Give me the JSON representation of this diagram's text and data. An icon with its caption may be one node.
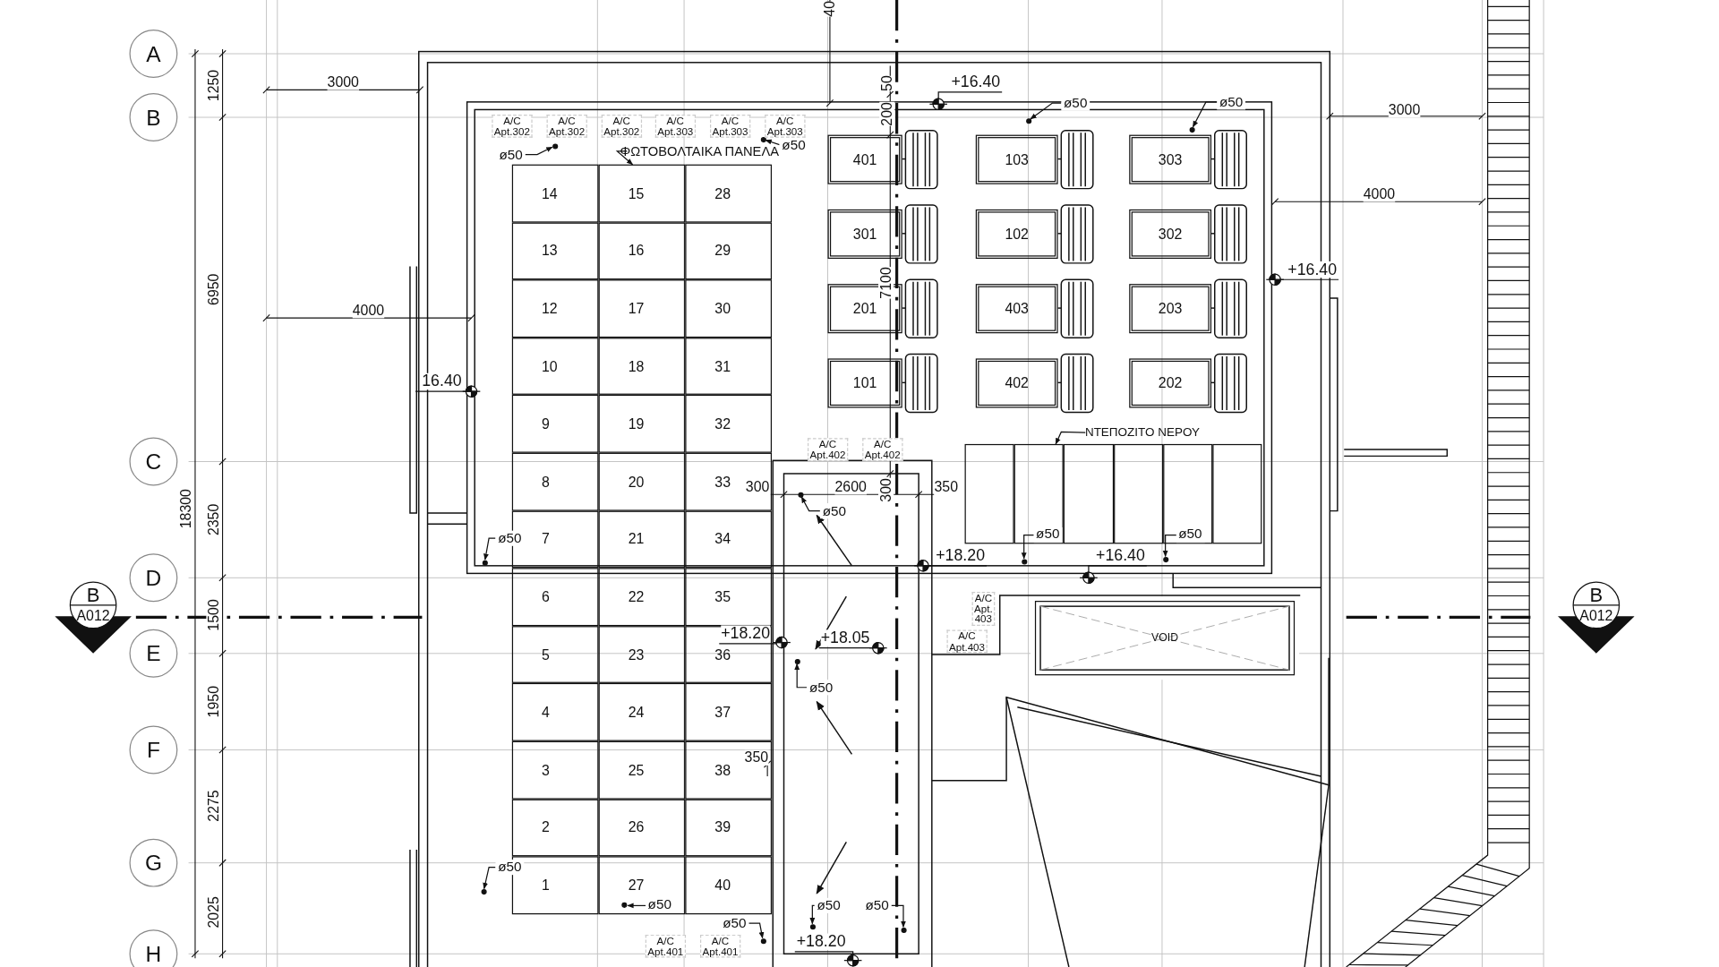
{
  "diagram": {
    "nodes": [
      {
        "text": [
          "A"
        ]
      },
      {
        "text": [
          "B"
        ]
      },
      {
        "text": [
          "C"
        ]
      },
      {
        "text": [
          "D"
        ]
      },
      {
        "text": [
          "E"
        ]
      },
      {
        "text": [
          "F"
        ]
      },
      {
        "text": [
          "G"
        ]
      },
      {
        "text": [
          "H"
        ]
      },
      {
        "text": [
          "B",
          "A012"
        ]
      },
      {
        "text": [
          "B",
          "A012"
        ]
      },
      {
        "text": [
          "ΦΩΤΟΒΟΛΤΑΙΚΑ ΠΑΝΕΛΑ"
        ]
      },
      {
        "text": [
          "14"
        ]
      },
      {
        "text": [
          "15"
        ]
      },
      {
        "text": [
          "28"
        ]
      },
      {
        "text": [
          "13"
        ]
      },
      {
        "text": [
          "16"
        ]
      },
      {
        "text": [
          "29"
        ]
      },
      {
        "text": [
          "12"
        ]
      },
      {
        "text": [
          "17"
        ]
      },
      {
        "text": [
          "30"
        ]
      },
      {
        "text": [
          "10"
        ]
      },
      {
        "text": [
          "18"
        ]
      },
      {
        "text": [
          "31"
        ]
      },
      {
        "text": [
          "9"
        ]
      },
      {
        "text": [
          "19"
        ]
      },
      {
        "text": [
          "32"
        ]
      },
      {
        "text": [
          "8"
        ]
      },
      {
        "text": [
          "20"
        ]
      },
      {
        "text": [
          "33"
        ]
      },
      {
        "text": [
          "7"
        ]
      },
      {
        "text": [
          "21"
        ]
      },
      {
        "text": [
          "34"
        ]
      },
      {
        "text": [
          "6"
        ]
      },
      {
        "text": [
          "22"
        ]
      },
      {
        "text": [
          "35"
        ]
      },
      {
        "text": [
          "5"
        ]
      },
      {
        "text": [
          "23"
        ]
      },
      {
        "text": [
          "36"
        ]
      },
      {
        "text": [
          "4"
        ]
      },
      {
        "text": [
          "24"
        ]
      },
      {
        "text": [
          "37"
        ]
      },
      {
        "text": [
          "3"
        ]
      },
      {
        "text": [
          "25"
        ]
      },
      {
        "text": [
          "38"
        ]
      },
      {
        "text": [
          "2"
        ]
      },
      {
        "text": [
          "26"
        ]
      },
      {
        "text": [
          "39"
        ]
      },
      {
        "text": [
          "1"
        ]
      },
      {
        "text": [
          "27"
        ]
      },
      {
        "text": [
          "40"
        ]
      },
      {
        "text": [
          "401"
        ]
      },
      {
        "text": [
          "103"
        ]
      },
      {
        "text": [
          "303"
        ]
      },
      {
        "text": [
          "301"
        ]
      },
      {
        "text": [
          "102"
        ]
      },
      {
        "text": [
          "302"
        ]
      },
      {
        "text": [
          "201"
        ]
      },
      {
        "text": [
          "403"
        ]
      },
      {
        "text": [
          "203"
        ]
      },
      {
        "text": [
          "101"
        ]
      },
      {
        "text": [
          "402"
        ]
      },
      {
        "text": [
          "202"
        ]
      },
      {
        "text": [
          "ΝΤΕΠΟΖΙΤΟ ΝΕΡΟΥ"
        ]
      },
      {
        "text": [],
        "shape": "box"
      },
      {
        "text": [],
        "shape": "box"
      },
      {
        "text": [],
        "shape": "box"
      },
      {
        "text": [],
        "shape": "box"
      },
      {
        "text": [],
        "shape": "box"
      },
      {
        "text": [],
        "shape": "box"
      },
      {
        "text": [
          "VOID"
        ]
      },
      {
        "text": [
          "ø50"
        ]
      },
      {
        "text": [
          "ø50"
        ]
      },
      {
        "text": [
          "ø50"
        ]
      },
      {
        "text": [
          "ø50"
        ]
      },
      {
        "text": [
          "ø50"
        ]
      },
      {
        "text": [
          "ø50"
        ]
      },
      {
        "text": [
          "ø50"
        ],
        "in": 64
      },
      {
        "text": [
          "ø50"
        ],
        "in": 67
      },
      {
        "text": [
          "ø50"
        ]
      },
      {
        "text": [
          "ø50"
        ]
      },
      {
        "text": [
          "ø50"
        ],
        "in": 48
      },
      {
        "text": [
          "ø50"
        ]
      },
      {
        "text": [
          "ø50"
        ]
      },
      {
        "text": [
          "ø50"
        ]
      },
      {
        "text": [],
        "shape": "circle"
      },
      {
        "text": [],
        "shape": "circle"
      },
      {
        "text": [],
        "shape": "circle"
      },
      {
        "text": [],
        "shape": "circle"
      },
      {
        "text": [],
        "shape": "circle"
      },
      {
        "text": [],
        "shape": "circle"
      },
      {
        "text": [],
        "shape": "circle"
      },
      {
        "text": [],
        "shape": "circle"
      },
      {
        "text": [],
        "shape": "circle"
      },
      {
        "text": [],
        "shape": "circle"
      },
      {
        "text": [],
        "shape": "circle",
        "in": 48
      },
      {
        "text": [],
        "shape": "circle"
      },
      {
        "text": [],
        "shape": "circle"
      },
      {
        "text": [],
        "shape": "circle"
      }
    ],
    "edges": [
      {
        "from": 10,
        "to": 12,
        "arrow": "to"
      },
      {
        "from": 62,
        "to": 64,
        "arrow": "to"
      },
      {
        "from": 70,
        "to": 84,
        "arrow": "to"
      },
      {
        "from": 71,
        "to": 85,
        "arrow": "to"
      },
      {
        "from": 72,
        "to": 86,
        "arrow": "to"
      },
      {
        "from": 73,
        "to": 87,
        "arrow": "to"
      },
      {
        "from": 74,
        "to": 88,
        "arrow": "to"
      },
      {
        "from": 75,
        "to": 89,
        "arrow": "to"
      },
      {
        "from": 76,
        "to": 90,
        "arrow": "to"
      },
      {
        "from": 77,
        "to": 91,
        "arrow": "to"
      },
      {
        "from": 78,
        "to": 92,
        "arrow": "to"
      },
      {
        "from": 79,
        "to": 93,
        "arrow": "to"
      },
      {
        "from": 80,
        "to": 94,
        "arrow": "to"
      },
      {
        "from": 81,
        "to": 95,
        "arrow": "to"
      },
      {
        "from": 82,
        "to": 96,
        "arrow": "to"
      },
      {
        "from": 83,
        "to": 97,
        "arrow": "to"
      }
    ],
    "labels": [
      "40",
      "1250",
      "3000",
      "+16.40",
      "50",
      "A/C Apt.302",
      "A/C Apt.302",
      "A/C Apt.302",
      "A/C Apt.303",
      "A/C Apt.303",
      "A/C Apt.303",
      "3000",
      "200",
      "4000",
      "+16.40",
      "6950",
      "7100",
      "4000",
      "16.40",
      "A/C Apt.402",
      "A/C Apt.402",
      "300",
      "2600",
      "300",
      "350",
      "18300",
      "2350",
      "+18.20",
      "+16.40",
      "1500",
      "A/C Apt. 403",
      "+18.20",
      "+18.05",
      "A/C Apt.403",
      "1950",
      "350",
      "2275",
      "2025",
      "+18.20",
      "A/C Apt.401",
      "A/C Apt.401"
    ]
  }
}
